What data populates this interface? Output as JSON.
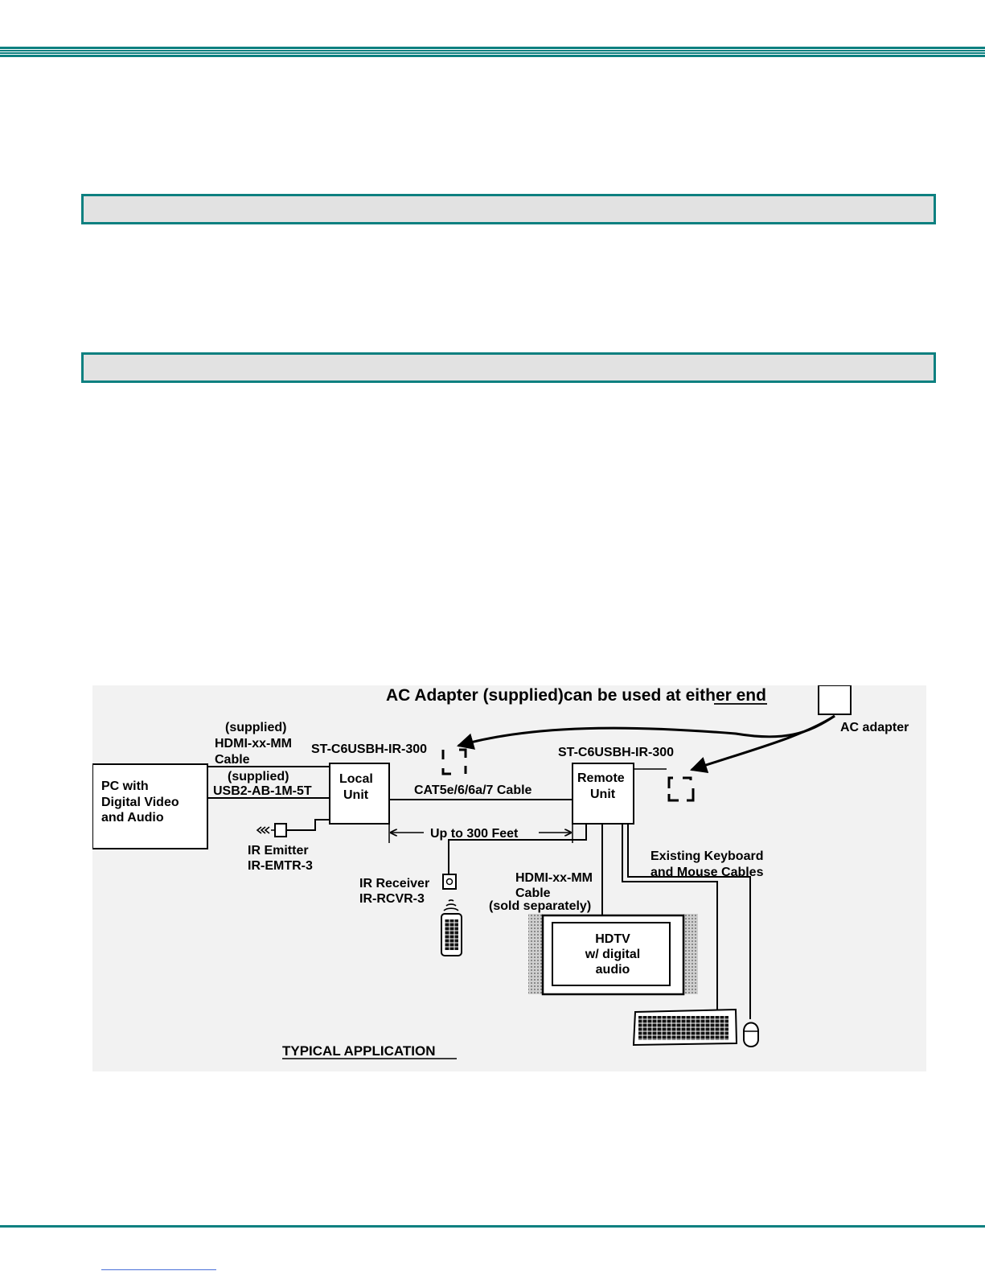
{
  "diagram": {
    "headline": "AC Adapter (supplied)can be used at either end",
    "ac_adapter_label": "AC adapter",
    "pc_label_lines": [
      "PC with",
      "Digital Video",
      "and Audio"
    ],
    "supplied_hdmi_lines": [
      "(supplied)",
      "HDMI-xx-MM",
      "Cable"
    ],
    "supplied_usb_lines": [
      "(supplied)",
      "USB2-AB-1M-5T"
    ],
    "local_model": "ST-C6USBH-IR-300",
    "remote_model": "ST-C6USBH-IR-300",
    "local_unit_lines": [
      "Local",
      "Unit"
    ],
    "remote_unit_lines": [
      "Remote",
      "Unit"
    ],
    "cat_cable_label": "CAT5e/6/6a/7 Cable",
    "distance_label": "Up to 300 Feet",
    "ir_emitter_lines": [
      "IR Emitter",
      "IR-EMTR-3"
    ],
    "ir_receiver_lines": [
      "IR Receiver",
      "IR-RCVR-3"
    ],
    "hdmi_separate_lines": [
      "HDMI-xx-MM",
      "Cable",
      "(sold separately)"
    ],
    "keyboard_mouse_lines": [
      "Existing Keyboard",
      "and Mouse Cables"
    ],
    "hdtv_lines": [
      "HDTV",
      "w/ digital",
      "audio"
    ],
    "caption": "TYPICAL APPLICATION"
  },
  "colors": {
    "accent": "#0d8080",
    "bar_fill": "#e2e2e2",
    "diagram_bg": "#f2f2f2"
  }
}
